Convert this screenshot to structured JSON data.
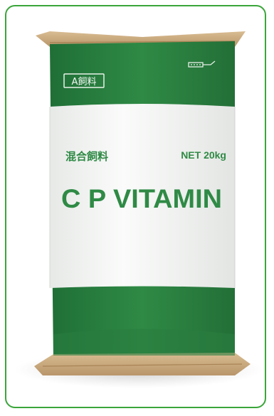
{
  "image": {
    "subject": "feed-bag",
    "colors": {
      "frame_border": "#3aa53a",
      "bag_green": "#2f8a45",
      "bag_green_dark": "#1f6a33",
      "band_white": "#f4f5f4",
      "kraft_paper": "#c9a87a",
      "text_green": "#2f8a45"
    }
  },
  "bag": {
    "grade_badge": "A飼料",
    "category": "混合飼料",
    "net_weight": "NET 20kg",
    "product_name": "C P VITAMIN"
  }
}
